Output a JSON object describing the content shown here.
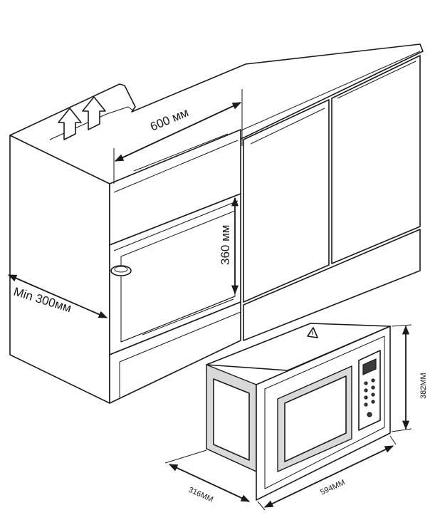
{
  "dimensions": {
    "niche_width": "600 мм",
    "niche_height": "360 мм",
    "min_depth": "Min 300мм",
    "microwave_height": "382ММ",
    "microwave_width": "594ММ",
    "microwave_depth": "316ММ"
  },
  "colors": {
    "line": "#1a1a1a",
    "shade": "#d9d9d9",
    "background": "#ffffff"
  },
  "icons": {
    "ventilation": "arrow-up-icon",
    "warning": "warning-triangle-icon"
  }
}
